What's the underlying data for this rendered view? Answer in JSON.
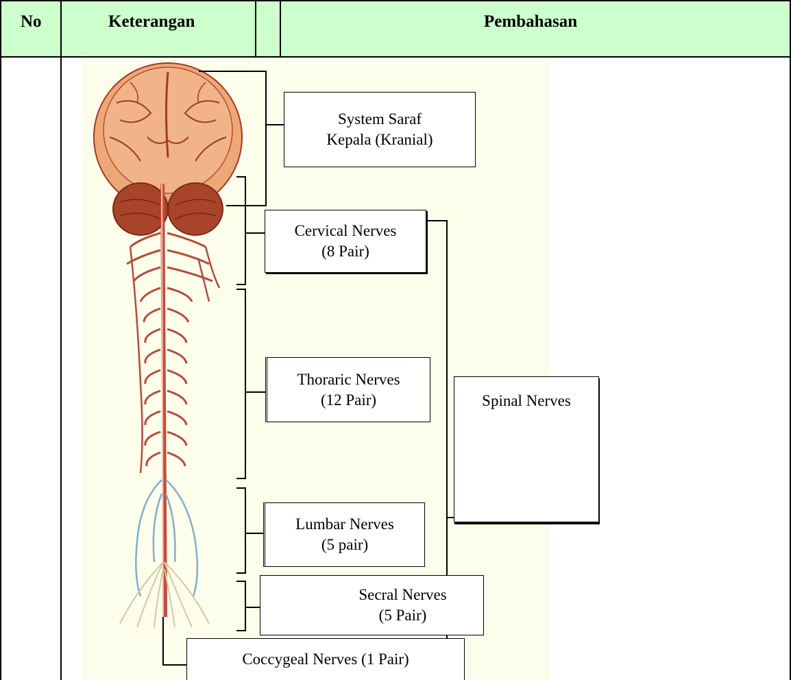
{
  "table": {
    "headers": {
      "no": "No",
      "keterangan": "Keterangan",
      "pembahasan": "Pembahasan"
    },
    "header_bg": "#ccffcc"
  },
  "diagram": {
    "labels": {
      "kranial": "System Saraf\nKepala (Kranial)",
      "cervical": "Cervical Nerves\n(8 Pair)",
      "thoracic": "Thoraric Nerves\n(12 Pair)",
      "lumbar": "Lumbar Nerves\n(5 pair)",
      "sacral": "Secral Nerves\n(5 Pair)",
      "coccygeal": "Coccygeal Nerves (1 Pair)",
      "spinal": "Spinal Nerves"
    },
    "colors": {
      "brain": "#e8a070",
      "brain_dark": "#a03a22",
      "spinal_cord": "#c84a3a",
      "nerves": "#b84a38",
      "lumbar_nerves": "#7fb0c8",
      "cauda": "#d8c8a0",
      "figure_bg": "#fdfdeb"
    }
  }
}
